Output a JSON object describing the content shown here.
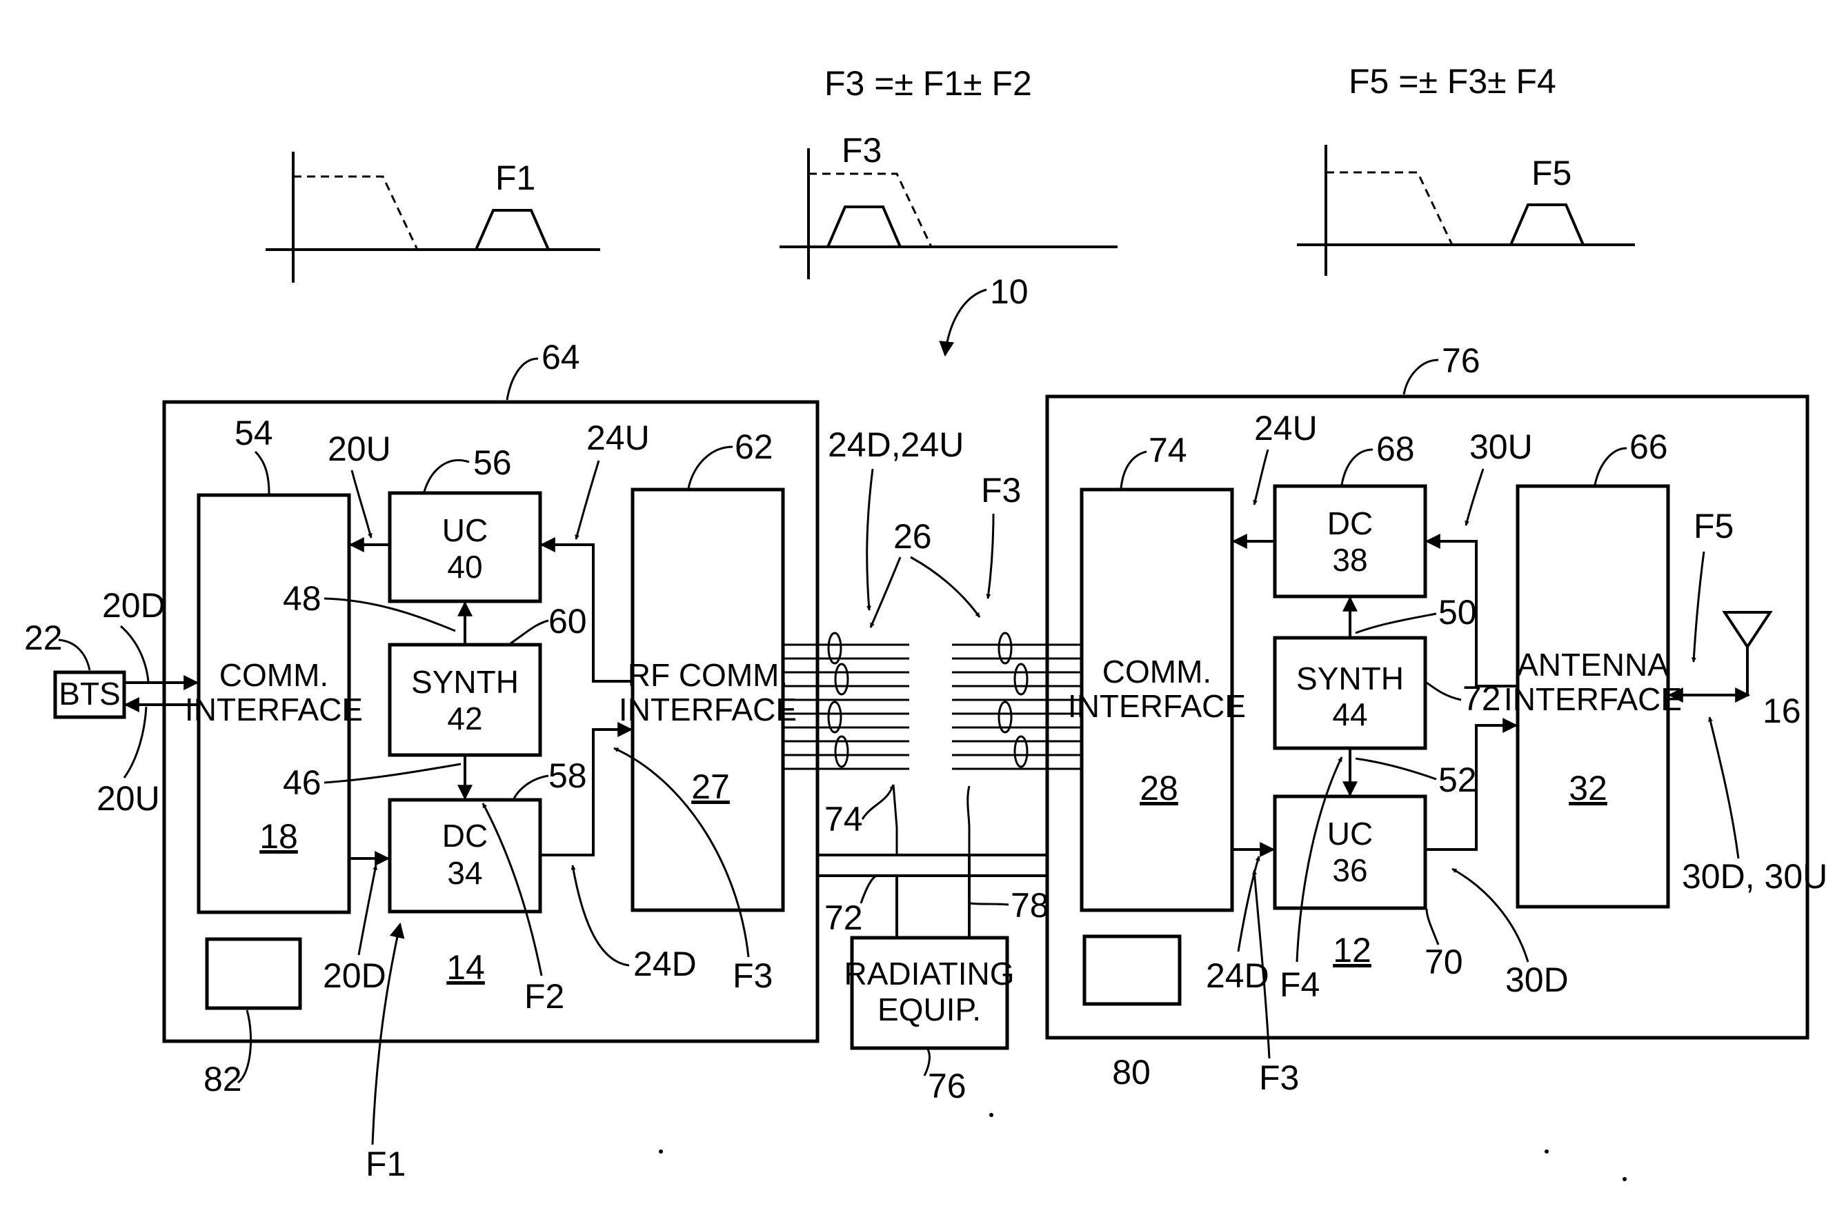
{
  "formulas": {
    "f3": "F3 =± F1± F2",
    "f5": "F5 =± F3± F4"
  },
  "spectra": {
    "s1_label": "F1",
    "s2_label": "F3",
    "s3_label": "F5"
  },
  "system_ref": "10",
  "left_unit": {
    "ref": "64",
    "unit_num": "14",
    "comm_interface": {
      "line1": "COMM.",
      "line2": "INTERFACE",
      "num": "18",
      "ref": "54"
    },
    "uc": {
      "line1": "UC",
      "line2": "40",
      "ref": "56"
    },
    "synth": {
      "line1": "SYNTH",
      "line2": "42",
      "ref": "60"
    },
    "dc": {
      "line1": "DC",
      "line2": "34",
      "ref": "58"
    },
    "rf_comm": {
      "line1": "RF COMM.",
      "line2": "INTERFACE",
      "num": "27",
      "ref": "62"
    },
    "small_box_ref": "82",
    "labels": {
      "l20u_top": "20U",
      "l24u": "24U",
      "l48": "48",
      "l46": "46",
      "l20d_bottom": "20D",
      "lf1": "F1",
      "lf2": "F2",
      "l24d": "24D",
      "lf3": "F3"
    }
  },
  "bts": {
    "label": "BTS",
    "ref": "22",
    "l20d": "20D",
    "l20u": "20U"
  },
  "link": {
    "l24d_24u": "24D,24U",
    "l26": "26",
    "lf3": "F3",
    "l74": "74",
    "l72": "72",
    "l78": "78",
    "radiating": {
      "line1": "RADIATING",
      "line2": "EQUIP.",
      "ref": "76"
    }
  },
  "right_unit": {
    "ref": "76",
    "unit_num": "12",
    "comm_interface": {
      "line1": "COMM.",
      "line2": "INTERFACE",
      "num": "28",
      "ref": "74"
    },
    "dc": {
      "line1": "DC",
      "line2": "38",
      "ref": "68"
    },
    "synth": {
      "line1": "SYNTH",
      "line2": "44",
      "ref": "72"
    },
    "uc": {
      "line1": "UC",
      "line2": "36",
      "ref": "70"
    },
    "antenna": {
      "line1": "ANTENNA",
      "line2": "INTERFACE",
      "num": "32",
      "ref": "66"
    },
    "small_box_ref": "80",
    "labels": {
      "l24u": "24U",
      "l30u": "30U",
      "l50": "50",
      "l52": "52",
      "l24d": "24D",
      "lf4": "F4",
      "lf3": "F3",
      "l30d": "30D",
      "lf5": "F5",
      "l30d30u": "30D, 30U"
    }
  },
  "antenna_ref": "16"
}
